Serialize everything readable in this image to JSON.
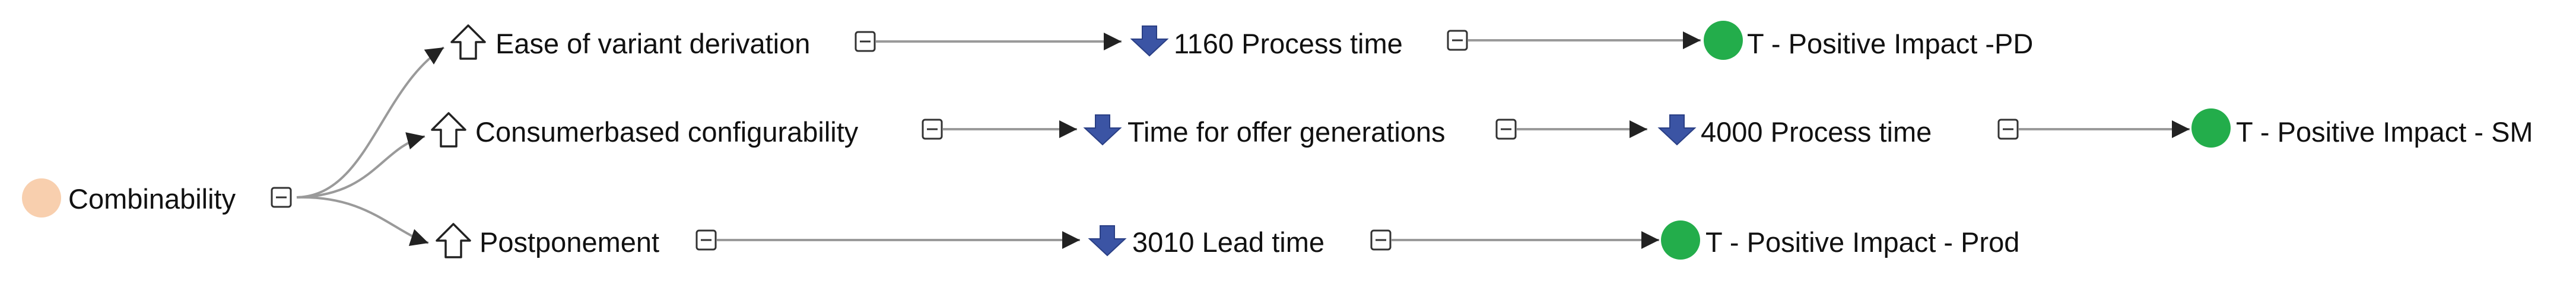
{
  "colors": {
    "root_circle": "#f8cfae",
    "positive_circle": "#23ad4b",
    "down_arrow": "#3b54a4",
    "edge_gray": "#9a9a9a",
    "edge_dark": "#222222",
    "text": "#111111"
  },
  "icons": {
    "collapse": "collapse-minus-icon",
    "up": "up-arrow-outline-icon",
    "down": "down-arrow-blue-icon",
    "positive": "green-circle-icon",
    "root": "peach-circle-icon"
  },
  "diagram": {
    "root": {
      "label": "Combinability"
    },
    "branches": [
      {
        "label": "Ease of variant derivation",
        "chain": [
          {
            "kind": "down",
            "label": "1160 Process time"
          },
          {
            "kind": "positive",
            "label": "T - Positive Impact -PD"
          }
        ]
      },
      {
        "label": "Consumerbased configurability",
        "chain": [
          {
            "kind": "down",
            "label": "Time for offer generations"
          },
          {
            "kind": "down",
            "label": "4000 Process time"
          },
          {
            "kind": "positive",
            "label": "T - Positive Impact - SM"
          }
        ]
      },
      {
        "label": "Postponement",
        "chain": [
          {
            "kind": "down",
            "label": "3010 Lead time"
          },
          {
            "kind": "positive",
            "label": "T - Positive Impact - Prod"
          }
        ]
      }
    ]
  }
}
